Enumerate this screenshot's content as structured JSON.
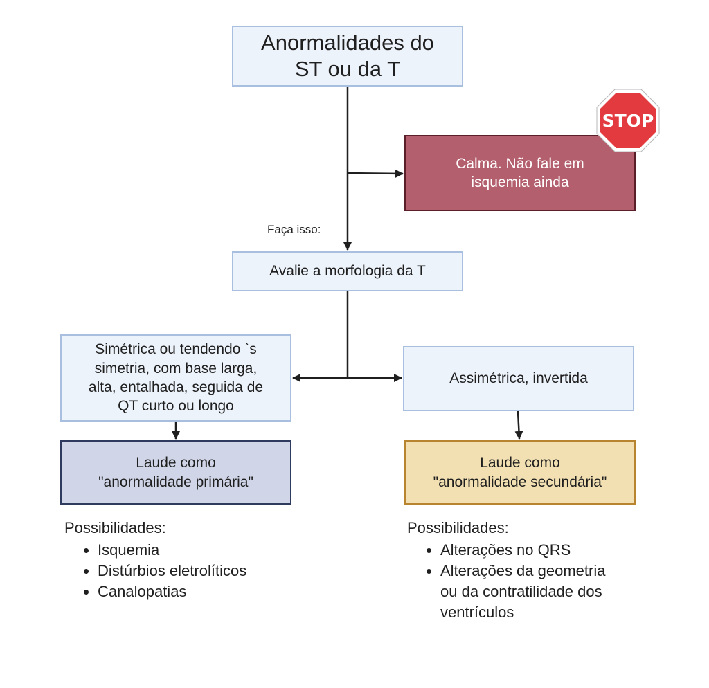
{
  "nodes": {
    "top": "Anormalidades do\nST ou da T",
    "stop_box": "Calma. Não fale em\nisquemia ainda",
    "edge_label": "Faça isso:",
    "morphology": "Avalie a morfologia da T",
    "symmetric": "Simétrica ou tendendo `s\nsimetria, com base larga,\nalta, entalhada, seguida de\nQT curto ou longo",
    "asymmetric": "Assimétrica, invertida",
    "primary": "Laude como\n\"anormalidade primária\"",
    "secondary": "Laude como\n\"anormalidade secundária\""
  },
  "stop_sign": {
    "text": "STOP",
    "color": "#e23a3f"
  },
  "possibilities_left": {
    "title": "Possibilidades:",
    "items": [
      "Isquemia",
      "Distúrbios eletrolíticos",
      "Canalopatias"
    ]
  },
  "possibilities_right": {
    "title": "Possibilidades:",
    "items": [
      "Alterações no QRS",
      "Alterações da geometria ou da contratilidade dos ventrículos"
    ]
  },
  "colors": {
    "blue_box": "#edf3fb",
    "stop_box": "#b35f6d",
    "primary_box": "#d0d6e8",
    "secondary_box": "#f2e0b3"
  }
}
